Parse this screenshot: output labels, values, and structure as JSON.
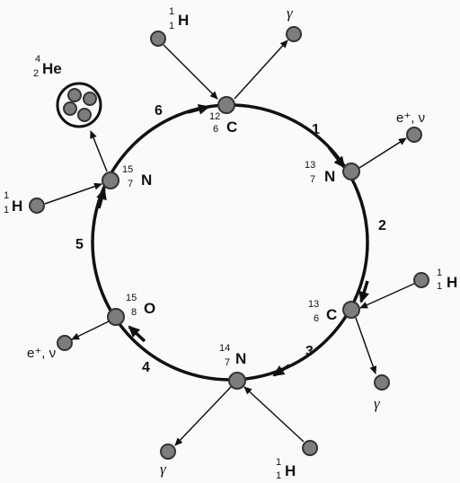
{
  "nuclei": {
    "c12": {
      "sym": "C",
      "mass": "12",
      "z": "6"
    },
    "n13": {
      "sym": "N",
      "mass": "13",
      "z": "7"
    },
    "c13": {
      "sym": "C",
      "mass": "13",
      "z": "6"
    },
    "n14": {
      "sym": "N",
      "mass": "14",
      "z": "7"
    },
    "o15": {
      "sym": "O",
      "mass": "15",
      "z": "8"
    },
    "n15": {
      "sym": "N",
      "mass": "15",
      "z": "7"
    },
    "he4": {
      "sym": "He",
      "mass": "4",
      "z": "2"
    }
  },
  "hydrogen": {
    "sym": "H",
    "mass": "1",
    "z": "1"
  },
  "steps": [
    "1",
    "2",
    "3",
    "4",
    "5",
    "6"
  ],
  "gamma": "γ",
  "positron_neutrino": "e⁺, ν"
}
